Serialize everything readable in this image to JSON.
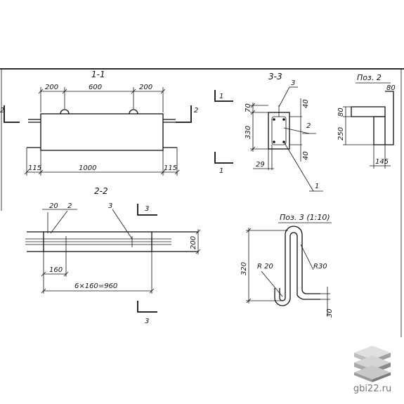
{
  "section_1": {
    "title": "1-1",
    "dims_top": [
      "200",
      "600",
      "200"
    ],
    "dims_bottom": [
      "115",
      "1000",
      "115"
    ],
    "cut_mark": "2"
  },
  "section_2": {
    "title": "2-2",
    "dim_20": "20",
    "pos_2": "2",
    "pos_3": "3",
    "dim_200": "200",
    "dim_160": "160",
    "dim_total": "6×160=960",
    "cut_mark": "3"
  },
  "section_3": {
    "title": "3-3",
    "dim_70": "70",
    "dim_330": "330",
    "dim_40_top": "40",
    "dim_40_bot": "40",
    "dim_29": "29",
    "pos_1": "1",
    "pos_2": "2",
    "pos_3": "3",
    "cut_mark": "1"
  },
  "pos2": {
    "title": "Поз. 2",
    "dim_80_top": "80",
    "dim_80_left": "80",
    "dim_250": "250",
    "dim_145": "145"
  },
  "pos3": {
    "title": "Поз. 3 (1:10)",
    "dim_320": "320",
    "r20": "R 20",
    "r30": "R30",
    "dim_30": "30"
  },
  "watermark": {
    "text": "gbi22.ru",
    "icon": "stacked-slabs-logo-icon"
  }
}
